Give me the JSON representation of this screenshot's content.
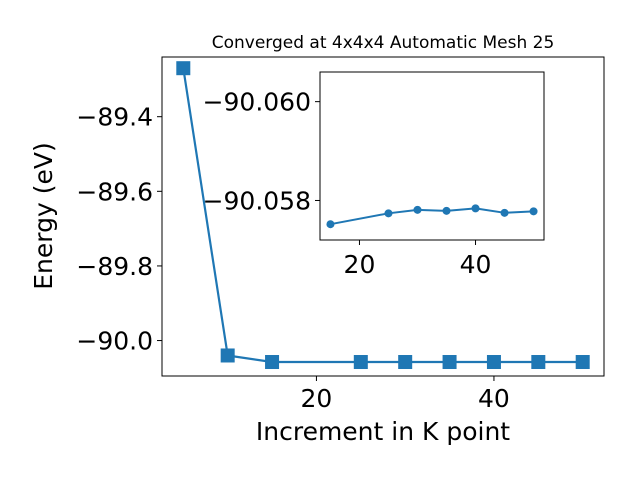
{
  "chart_data": [
    {
      "type": "line",
      "title": "Converged at 4x4x4 Automatic Mesh 25",
      "xlabel": "Increment in K point",
      "ylabel": "Energy (eV)",
      "xlim": [
        2.6,
        52.4
      ],
      "ylim": [
        -90.095,
        -89.24
      ],
      "xticks": [
        20,
        40
      ],
      "xtick_labels": [
        "20",
        "40"
      ],
      "yticks": [
        -89.4,
        -89.6,
        -89.8,
        -90.0
      ],
      "ytick_labels": [
        "−89.4",
        "−89.6",
        "−89.8",
        "−90.0"
      ],
      "grid": false,
      "marker": "square",
      "color": "#1f77b4",
      "x": [
        5,
        10,
        15,
        25,
        30,
        35,
        40,
        45,
        50
      ],
      "y": [
        -89.27,
        -90.04,
        -90.0575,
        -90.0575,
        -90.0575,
        -90.0575,
        -90.0575,
        -90.0575,
        -90.0575
      ]
    },
    {
      "type": "line",
      "title": "",
      "xlabel": "",
      "ylabel": "",
      "xlim": [
        13.2,
        51.8
      ],
      "ylim": [
        -90.0572,
        -90.0606
      ],
      "xticks": [
        20,
        40
      ],
      "xtick_labels": [
        "20",
        "40"
      ],
      "yticks": [
        -90.06,
        -90.058
      ],
      "ytick_labels": [
        "−90.060",
        "−90.058"
      ],
      "grid": false,
      "marker": "circle",
      "color": "#1f77b4",
      "x": [
        15,
        25,
        30,
        35,
        40,
        45,
        50
      ],
      "y": [
        -90.05752,
        -90.05774,
        -90.05781,
        -90.05779,
        -90.05784,
        -90.05775,
        -90.05778
      ]
    }
  ]
}
